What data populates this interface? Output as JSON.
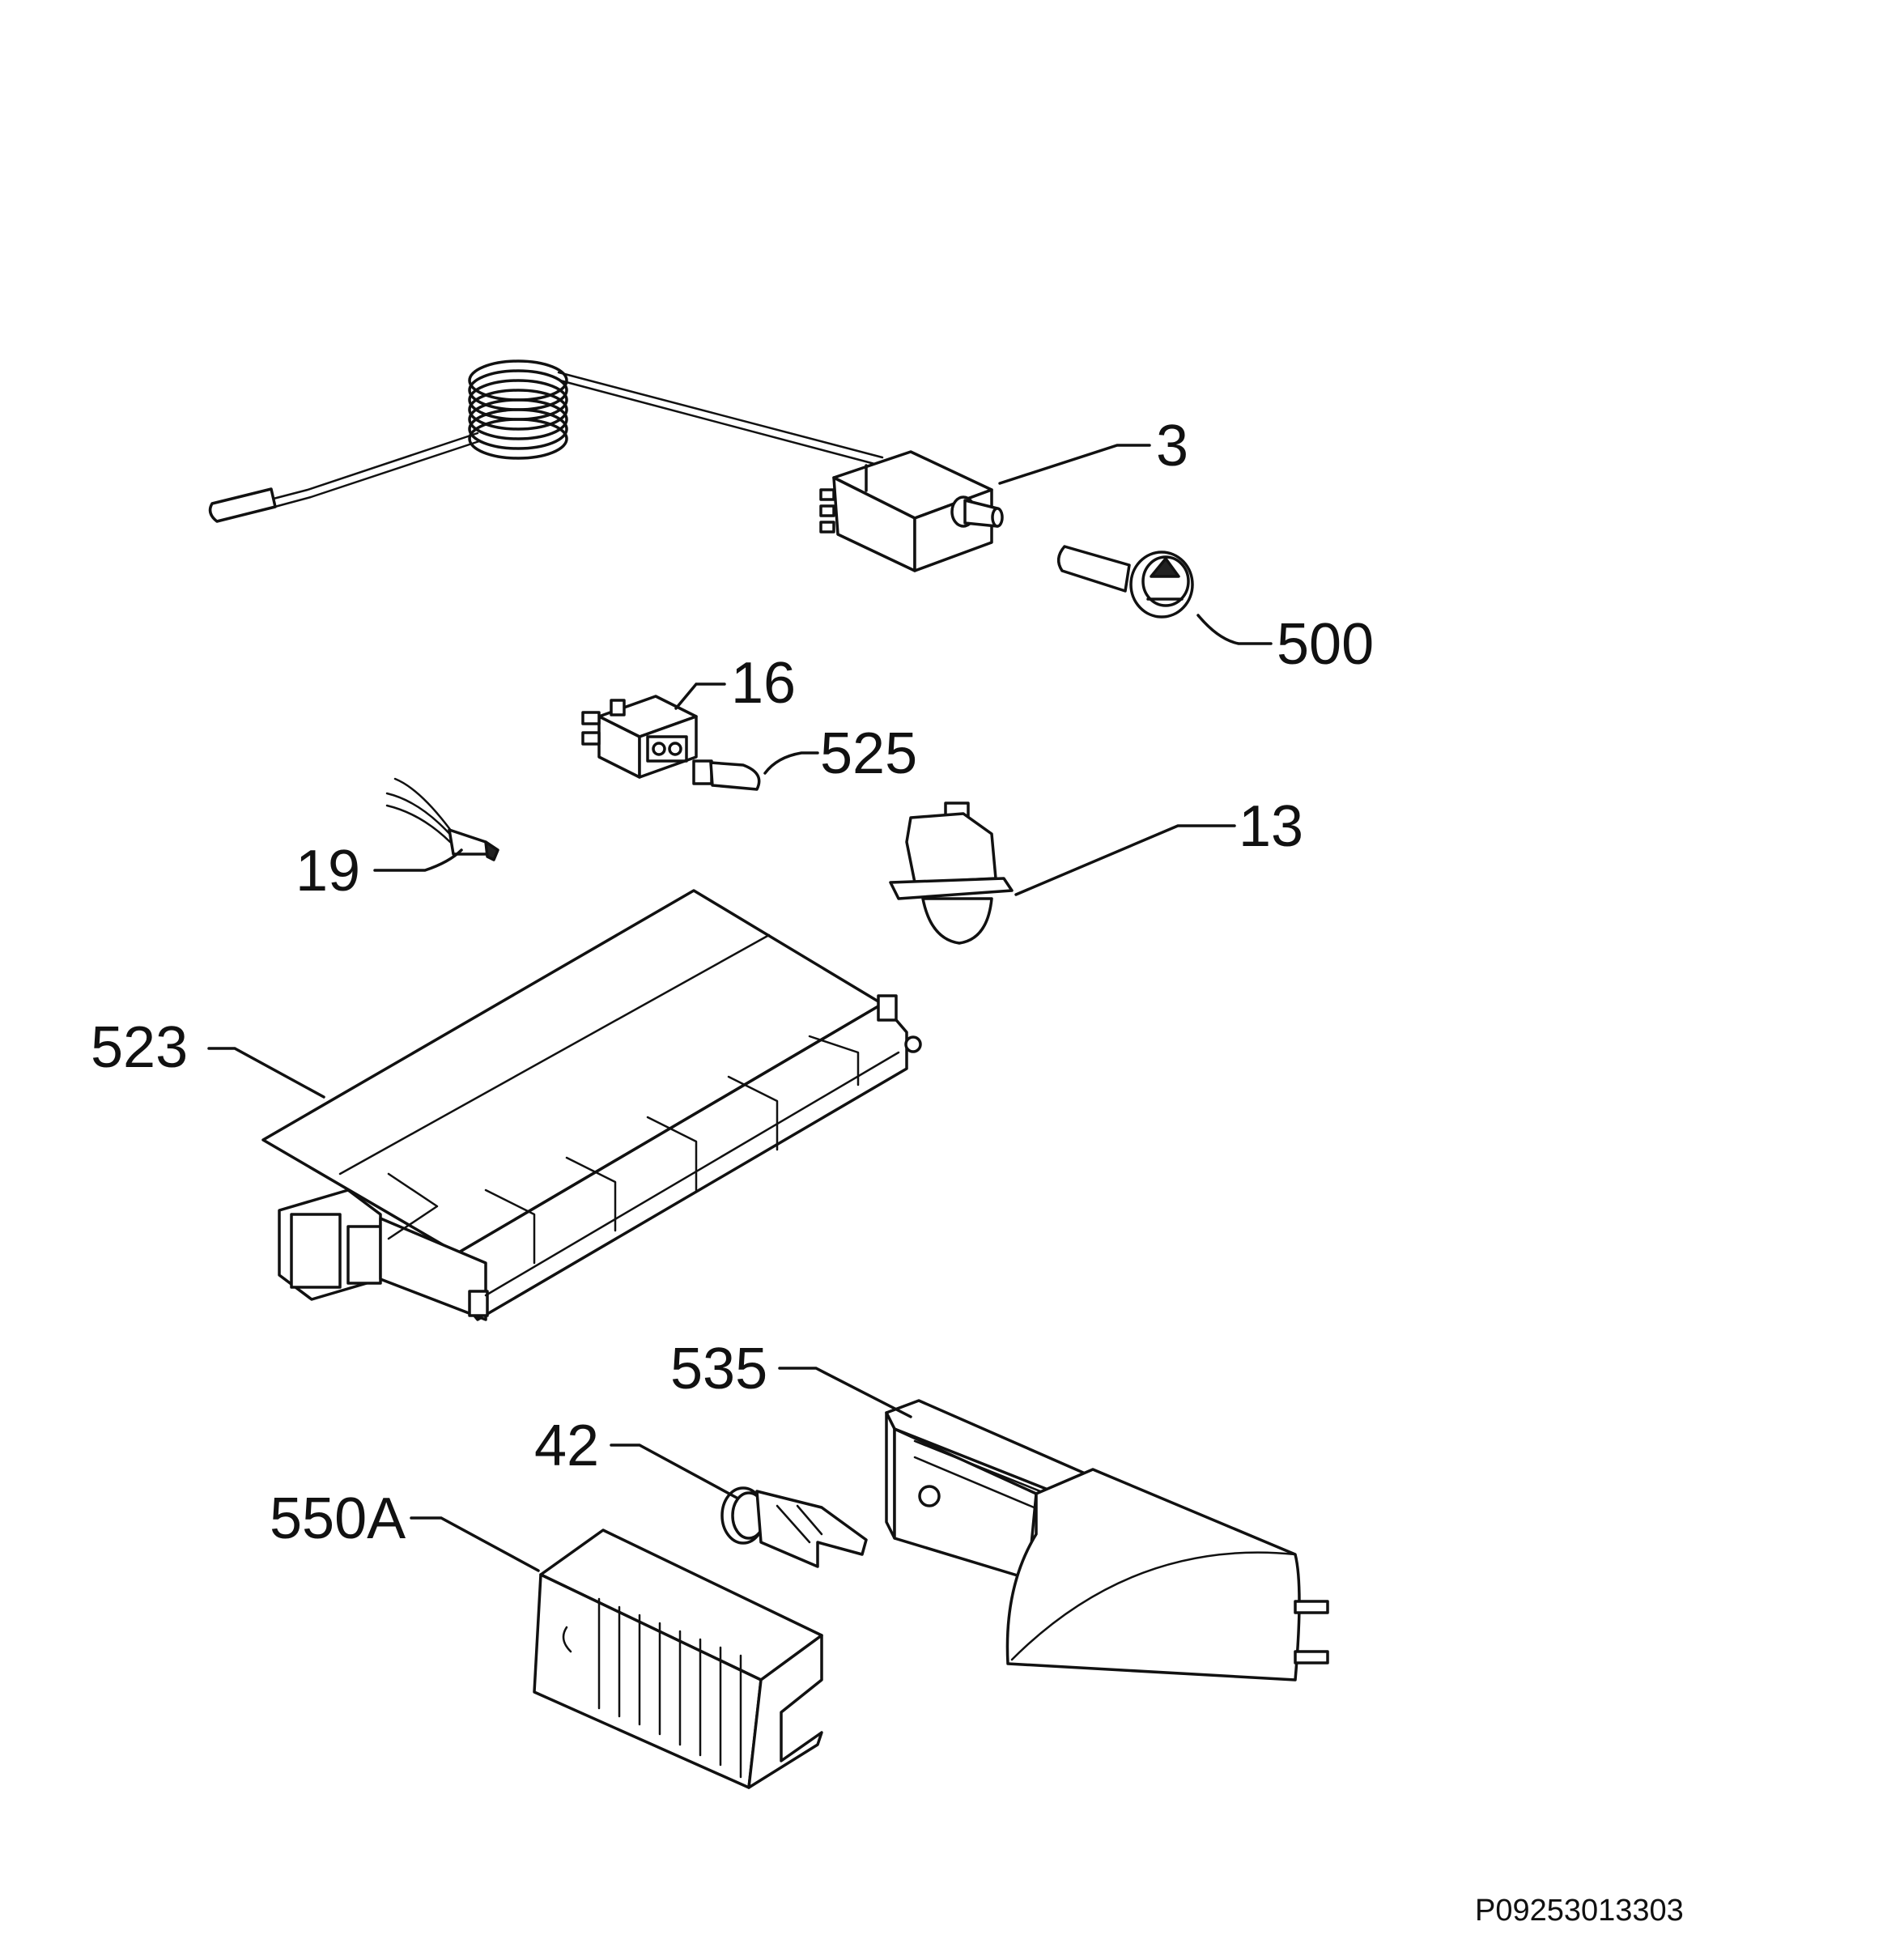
{
  "parts": [
    {
      "id": "part-3",
      "label": "3",
      "name": "thermostat"
    },
    {
      "id": "part-500",
      "label": "500",
      "name": "knob"
    },
    {
      "id": "part-16",
      "label": "16",
      "name": "switch"
    },
    {
      "id": "part-525",
      "label": "525",
      "name": "lamp"
    },
    {
      "id": "part-13",
      "label": "13",
      "name": "door-switch"
    },
    {
      "id": "part-19",
      "label": "19",
      "name": "lead"
    },
    {
      "id": "part-523",
      "label": "523",
      "name": "control-housing"
    },
    {
      "id": "part-535",
      "label": "535",
      "name": "lamp-cover-housing"
    },
    {
      "id": "part-42",
      "label": "42",
      "name": "lamp-holder"
    },
    {
      "id": "part-550a",
      "label": "550A",
      "name": "lamp-cover"
    }
  ],
  "reference_code": "P09253013303"
}
